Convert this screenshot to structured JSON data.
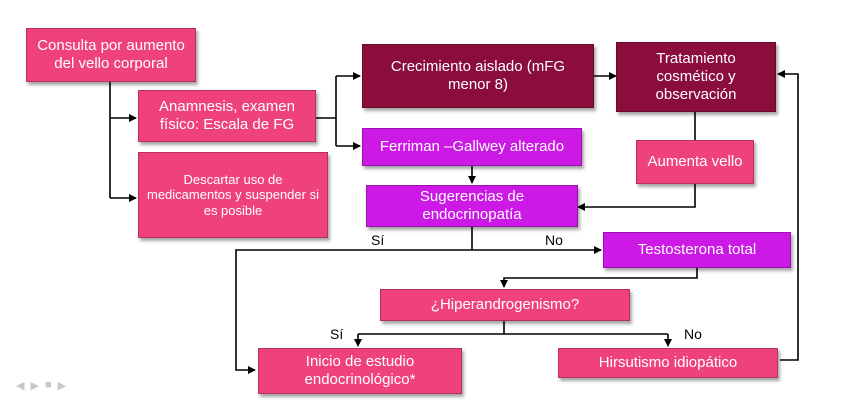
{
  "colors": {
    "pink": "#f0427a",
    "maroon": "#8b0d3c",
    "purple": "#cc19e6",
    "line": "#000000"
  },
  "boxes": {
    "consulta": "Consulta por aumento del vello corporal",
    "anamnesis": "Anamnesis, examen físico: Escala de FG",
    "descartar": "Descartar uso de medicamentos y suspender si es posible",
    "crecimiento": "Crecimiento aislado (mFG menor 8)",
    "tratamiento": "Tratamiento cosmético y observación",
    "ferriman": "Ferriman –Gallwey alterado",
    "aumenta": "Aumenta vello",
    "sugerencias": "Sugerencias de endocrinopatía",
    "testosterona": "Testosterona total",
    "hiperandro": "¿Hiperandrogenismo?",
    "inicio": "Inicio de estudio endocrinológico*",
    "hirsutismo": "Hirsutismo idiopático"
  },
  "labels": {
    "si1": "Sí",
    "no1": "No",
    "si2": "Sí",
    "no2": "No"
  },
  "nav_icons": [
    "prev-arrow-icon",
    "next-arrow-icon",
    "menu-icon",
    "slideshow-icon"
  ]
}
